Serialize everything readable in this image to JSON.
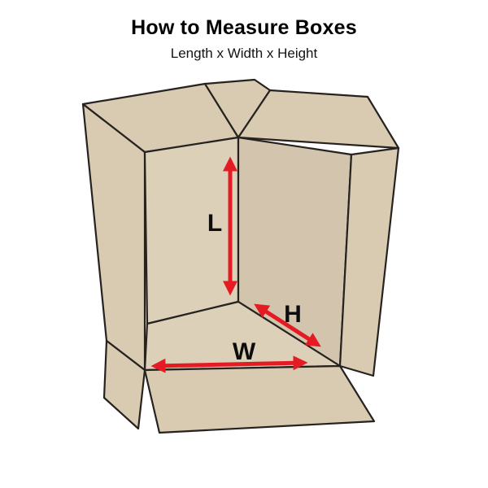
{
  "header": {
    "title": "How to Measure Boxes",
    "subtitle": "Length x Width x Height"
  },
  "diagram": {
    "description": "open-cardboard-box-with-dimension-arrows",
    "labels": {
      "length": "L",
      "height": "H",
      "width": "W"
    },
    "colors": {
      "background": "#ffffff",
      "box_fill": "#d8cbb2",
      "box_fill_light": "#dcd0b9",
      "box_fill_dark": "#d3c5ad",
      "outline": "#262220",
      "arrow": "#e51b24",
      "label_text": "#0d0d0d"
    }
  }
}
